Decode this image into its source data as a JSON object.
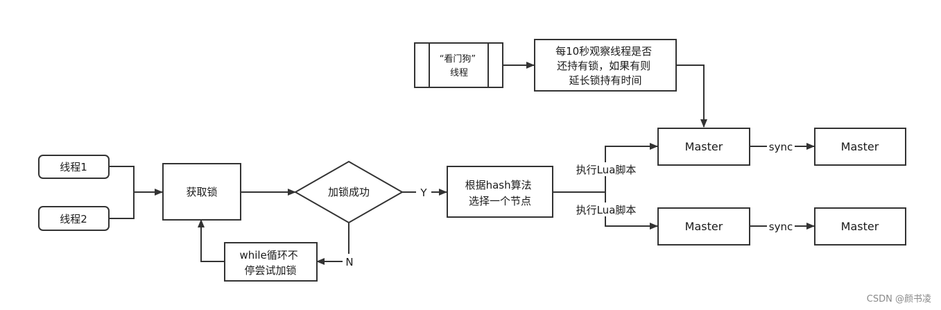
{
  "nodes": {
    "watchdog": {
      "lines": [
        "“看门狗”",
        "线程"
      ]
    },
    "observe": {
      "lines": [
        "每10秒观察线程是否",
        "还持有锁，如果有则",
        "延长锁持有时间"
      ]
    },
    "thread1": {
      "label": "线程1"
    },
    "thread2": {
      "label": "线程2"
    },
    "acquire": {
      "label": "获取锁"
    },
    "decision": {
      "label": "加锁成功"
    },
    "select": {
      "lines": [
        "根据hash算法",
        "选择一个节点"
      ]
    },
    "retry": {
      "lines": [
        "while循环不",
        "停尝试加锁"
      ]
    },
    "master_top_left": {
      "label": "Master"
    },
    "master_top_right": {
      "label": "Master"
    },
    "master_bottom_left": {
      "label": "Master"
    },
    "master_bottom_right": {
      "label": "Master"
    }
  },
  "edges": {
    "yes": "Y",
    "no": "N",
    "lua_top": "执行Lua脚本",
    "lua_bottom": "执行Lua脚本",
    "sync_top": "sync",
    "sync_bottom": "sync"
  },
  "watermark": "CSDN @颜书凌",
  "colors": {
    "stroke": "#333333",
    "text": "#1a1a1a"
  }
}
